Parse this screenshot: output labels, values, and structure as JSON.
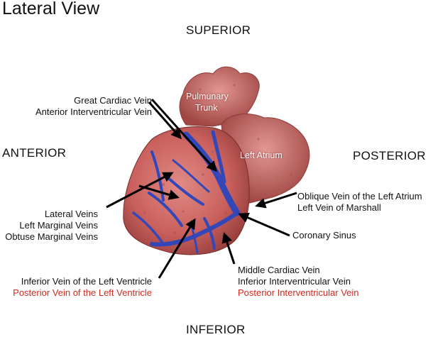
{
  "title": "Lateral View",
  "orientation": {
    "superior": "SUPERIOR",
    "inferior": "INFERIOR",
    "anterior": "ANTERIOR",
    "posterior": "POSTERIOR"
  },
  "structures": {
    "pulmonary_trunk_1": "Pulmunary",
    "pulmonary_trunk_2": "Trunk",
    "left_atrium": "Left Atrium"
  },
  "labels": {
    "great_cardiac_vein": "Great Cardiac Vein",
    "anterior_interventricular_vein": "Anterior Interventricular Vein",
    "lateral_veins": "Lateral Veins",
    "left_marginal_veins": "Left Marginal Veins",
    "obtuse_marginal_veins": "Obtuse Marginal Veins",
    "oblique_vein_left_atrium": "Oblique Vein of the Left Atrium",
    "left_vein_of_marshall": "Left Vein of Marshall",
    "coronary_sinus": "Coronary Sinus",
    "inferior_vein_left_ventricle": "Inferior Vein of the Left Ventricle",
    "posterior_vein_left_ventricle": "Posterior Vein of the Left Ventricle",
    "middle_cardiac_vein": "Middle Cardiac Vein",
    "inferior_interventricular_vein": "Inferior Interventricular Vein",
    "posterior_interventricular_vein": "Posterior Interventricular Vein"
  },
  "colors": {
    "heart": "#c9605d",
    "heart_shadow": "#8e3a38",
    "vein": "#3447b8",
    "highlight_text": "#d22a1e"
  }
}
